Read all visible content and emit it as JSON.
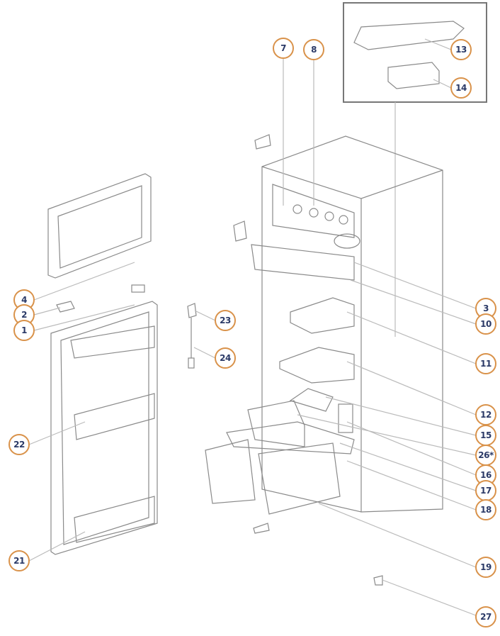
{
  "diagram": {
    "type": "exploded-parts-diagram",
    "colors": {
      "callout_border": "#d9924a",
      "callout_text": "#2b3a67",
      "line": "#b5b5b5",
      "part": "#8a8a8a"
    },
    "callouts": {
      "c1": "1",
      "c2": "2",
      "c3": "3",
      "c4": "4",
      "c7": "7",
      "c8": "8",
      "c10": "10",
      "c11": "11",
      "c12": "12",
      "c13": "13",
      "c14": "14",
      "c15": "15",
      "c16": "16",
      "c17": "17",
      "c18": "18",
      "c19": "19",
      "c21": "21",
      "c22": "22",
      "c23": "23",
      "c24": "24",
      "c26": "26*",
      "c27": "27"
    }
  }
}
